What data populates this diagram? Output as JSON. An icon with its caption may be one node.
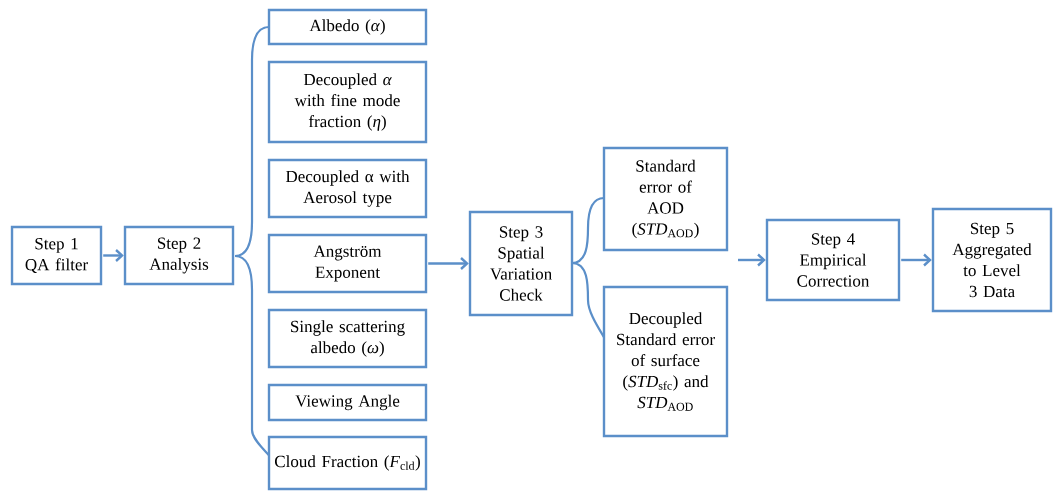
{
  "diagram": {
    "nodes": [
      {
        "text": [
          "Step 1 QA filter"
        ]
      },
      {
        "text": [
          "Step 2 Analysis"
        ]
      },
      {
        "text": [
          "Albedo (*α*)"
        ]
      },
      {
        "text": [
          "Decoupled *α* with fine mode fraction (*η*)"
        ]
      },
      {
        "text": [
          "Decoupled α with Aerosol type"
        ]
      },
      {
        "text": [
          "Angström Exponent"
        ]
      },
      {
        "text": [
          "Single scattering albedo (*ω*)"
        ]
      },
      {
        "text": [
          "Viewing Angle"
        ]
      },
      {
        "text": [
          "Cloud Fraction (*F*$_{cld}$)"
        ]
      },
      {
        "text": [
          "Step 3 Spatial Variation Check"
        ]
      },
      {
        "text": [
          "Standard error of AOD (*STD*$_{AOD}$)"
        ]
      },
      {
        "text": [
          "Decoupled Standard error of surface (*STD*$_{sfc}$) and *STD*$_{AOD}$"
        ]
      },
      {
        "text": [
          "Step 4 Empirical Correction"
        ]
      },
      {
        "text": [
          "Step 5 Aggregated to Level 3 Data"
        ]
      }
    ],
    "edges": [
      {
        "from": 0,
        "to": 1,
        "arrow": "to"
      },
      {
        "from": 5,
        "to": 9,
        "arrow": "to"
      },
      {
        "from": null,
        "to": 12,
        "arrow": "to"
      },
      {
        "from": 12,
        "to": 13,
        "arrow": "to"
      }
    ]
  }
}
